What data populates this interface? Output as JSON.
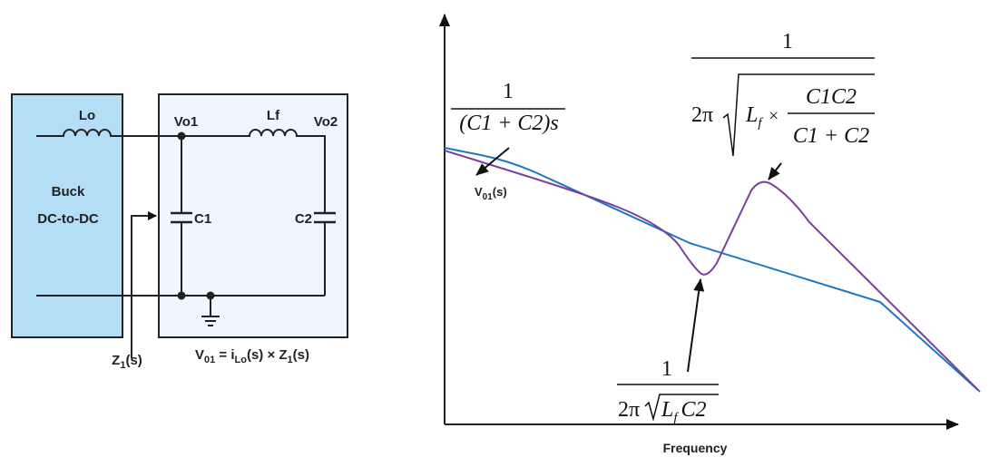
{
  "circuit": {
    "buck_block": {
      "line1": "Buck",
      "line2": "DC-to-DC"
    },
    "inductor_lo": "Lo",
    "inductor_lf": "Lf",
    "node_vo1": "Vo1",
    "node_vo2": "Vo2",
    "cap_c1": "C1",
    "cap_c2": "C2",
    "z1_label": {
      "main": "Z",
      "sub": "1",
      "rest": "(s)"
    },
    "equation": {
      "v": "V",
      "v_sub": "01",
      "eq": " = i",
      "i_sub": "Lo",
      "rest": "(s) × Z",
      "z_sub": "1",
      "end": "(s)"
    }
  },
  "plot": {
    "x_label": "Frequency",
    "curve_label": {
      "main": "V",
      "sub": "01",
      "rest": "(s)"
    },
    "annotation_cap": {
      "num": "1",
      "den": "(C1 + C2)s"
    },
    "annotation_peak": {
      "num": "1",
      "two_pi": "2π",
      "lf": "L",
      "lf_sub": "f",
      "times": "×",
      "frac_num": "C1C2",
      "frac_den": "C1 + C2"
    },
    "annotation_dip": {
      "num": "1",
      "den_prefix": "2π",
      "lf": "L",
      "lf_sub": "f",
      "c2": "C2"
    },
    "colors": {
      "asymptote": "#1a78c2",
      "response": "#7b3fa0"
    }
  }
}
